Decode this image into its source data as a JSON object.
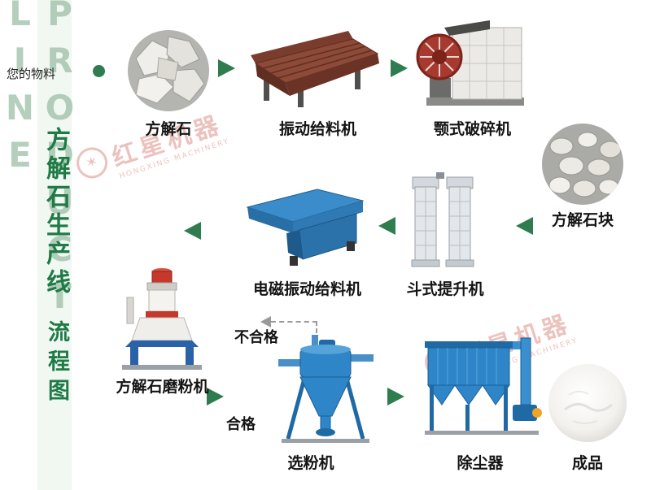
{
  "page": {
    "background": "#ffffff",
    "accent_green": "#2f7d4e",
    "title_green": "#1e7b46",
    "watermark_red": "#c0392b"
  },
  "sidebar": {
    "watermark_vertical": "PRODUCT LINE",
    "title": "方解石生产线",
    "subtitle": "流程图"
  },
  "intro": {
    "label": "您的物料"
  },
  "nodes": {
    "calcite": {
      "label": "方解石"
    },
    "vibrating_feeder": {
      "label": "振动给料机"
    },
    "jaw_crusher": {
      "label": "颚式破碎机"
    },
    "calcite_lumps": {
      "label": "方解石块"
    },
    "bucket_elevator": {
      "label": "斗式提升机"
    },
    "em_feeder": {
      "label": "电磁振动给料机"
    },
    "mill": {
      "label": "方解石磨粉机"
    },
    "classifier": {
      "label": "选粉机"
    },
    "dust_collector": {
      "label": "除尘器"
    },
    "product": {
      "label": "成品"
    }
  },
  "flow": {
    "unqualified": "不合格",
    "qualified": "合格"
  },
  "watermark": {
    "brand": "红星机器",
    "sub": "HONGXING MACHINERY"
  }
}
